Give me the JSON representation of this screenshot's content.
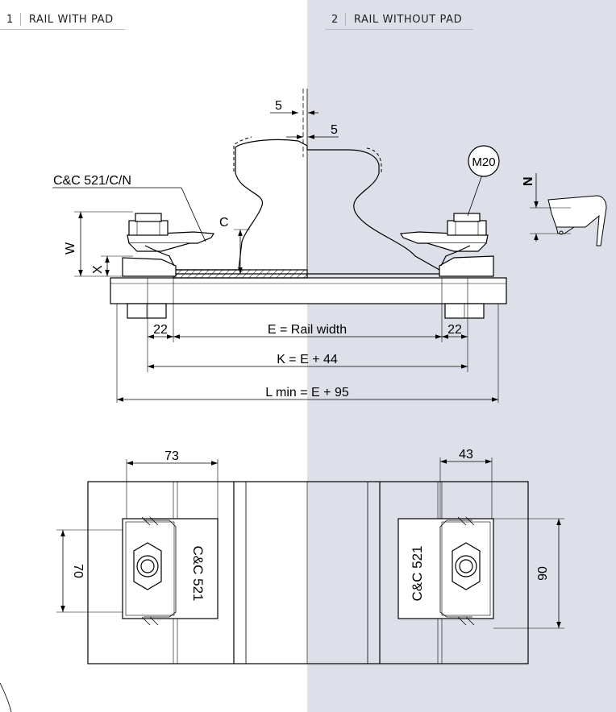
{
  "sections": [
    {
      "number": "1",
      "title": "RAIL WITH PAD"
    },
    {
      "number": "2",
      "title": "RAIL WITHOUT PAD"
    }
  ],
  "elevation": {
    "gap_top": "5",
    "gap_side": "5",
    "clip_callout": "C&C 521/C/N",
    "dim_c": "C",
    "dim_w": "W",
    "dim_x": "X",
    "dim_n": "N",
    "bolt_badge": "M20",
    "dim_22_left": "22",
    "dim_22_right": "22",
    "dim_e": "E = Rail width",
    "dim_k": "K = E + 44",
    "dim_l": "L min = E + 95"
  },
  "plan": {
    "dim_73": "73",
    "dim_43": "43",
    "dim_70": "70",
    "dim_90": "90",
    "clip_left": "C&C 521",
    "clip_right": "C&C 521"
  }
}
